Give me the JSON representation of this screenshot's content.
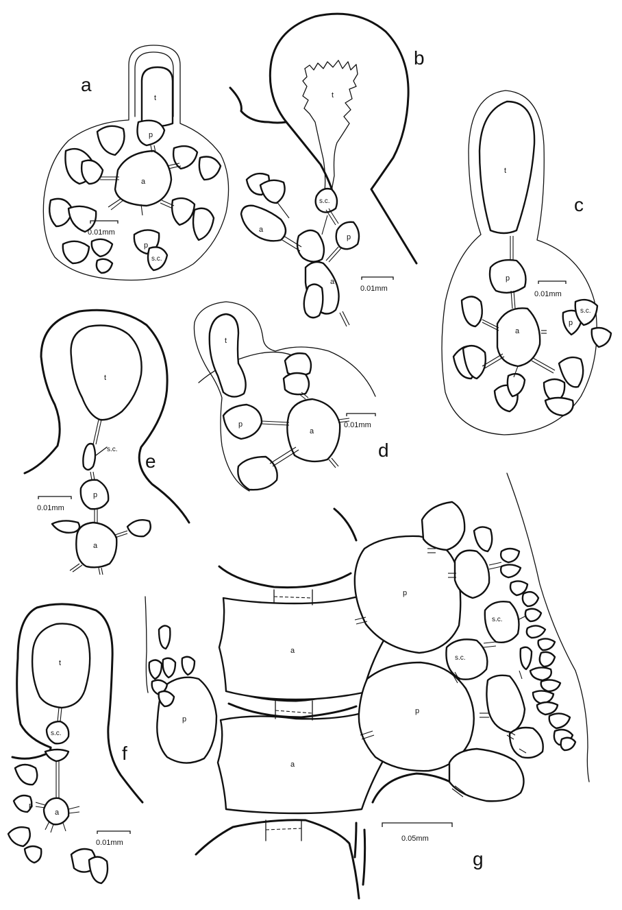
{
  "panels": {
    "a": "a",
    "b": "b",
    "c": "c",
    "d": "d",
    "e": "e",
    "f": "f",
    "g": "g"
  },
  "scale": {
    "small": "0.01mm",
    "large": "0.05mm"
  },
  "cells": {
    "t": "t",
    "p": "p",
    "a": "a",
    "sc": "s.c."
  }
}
